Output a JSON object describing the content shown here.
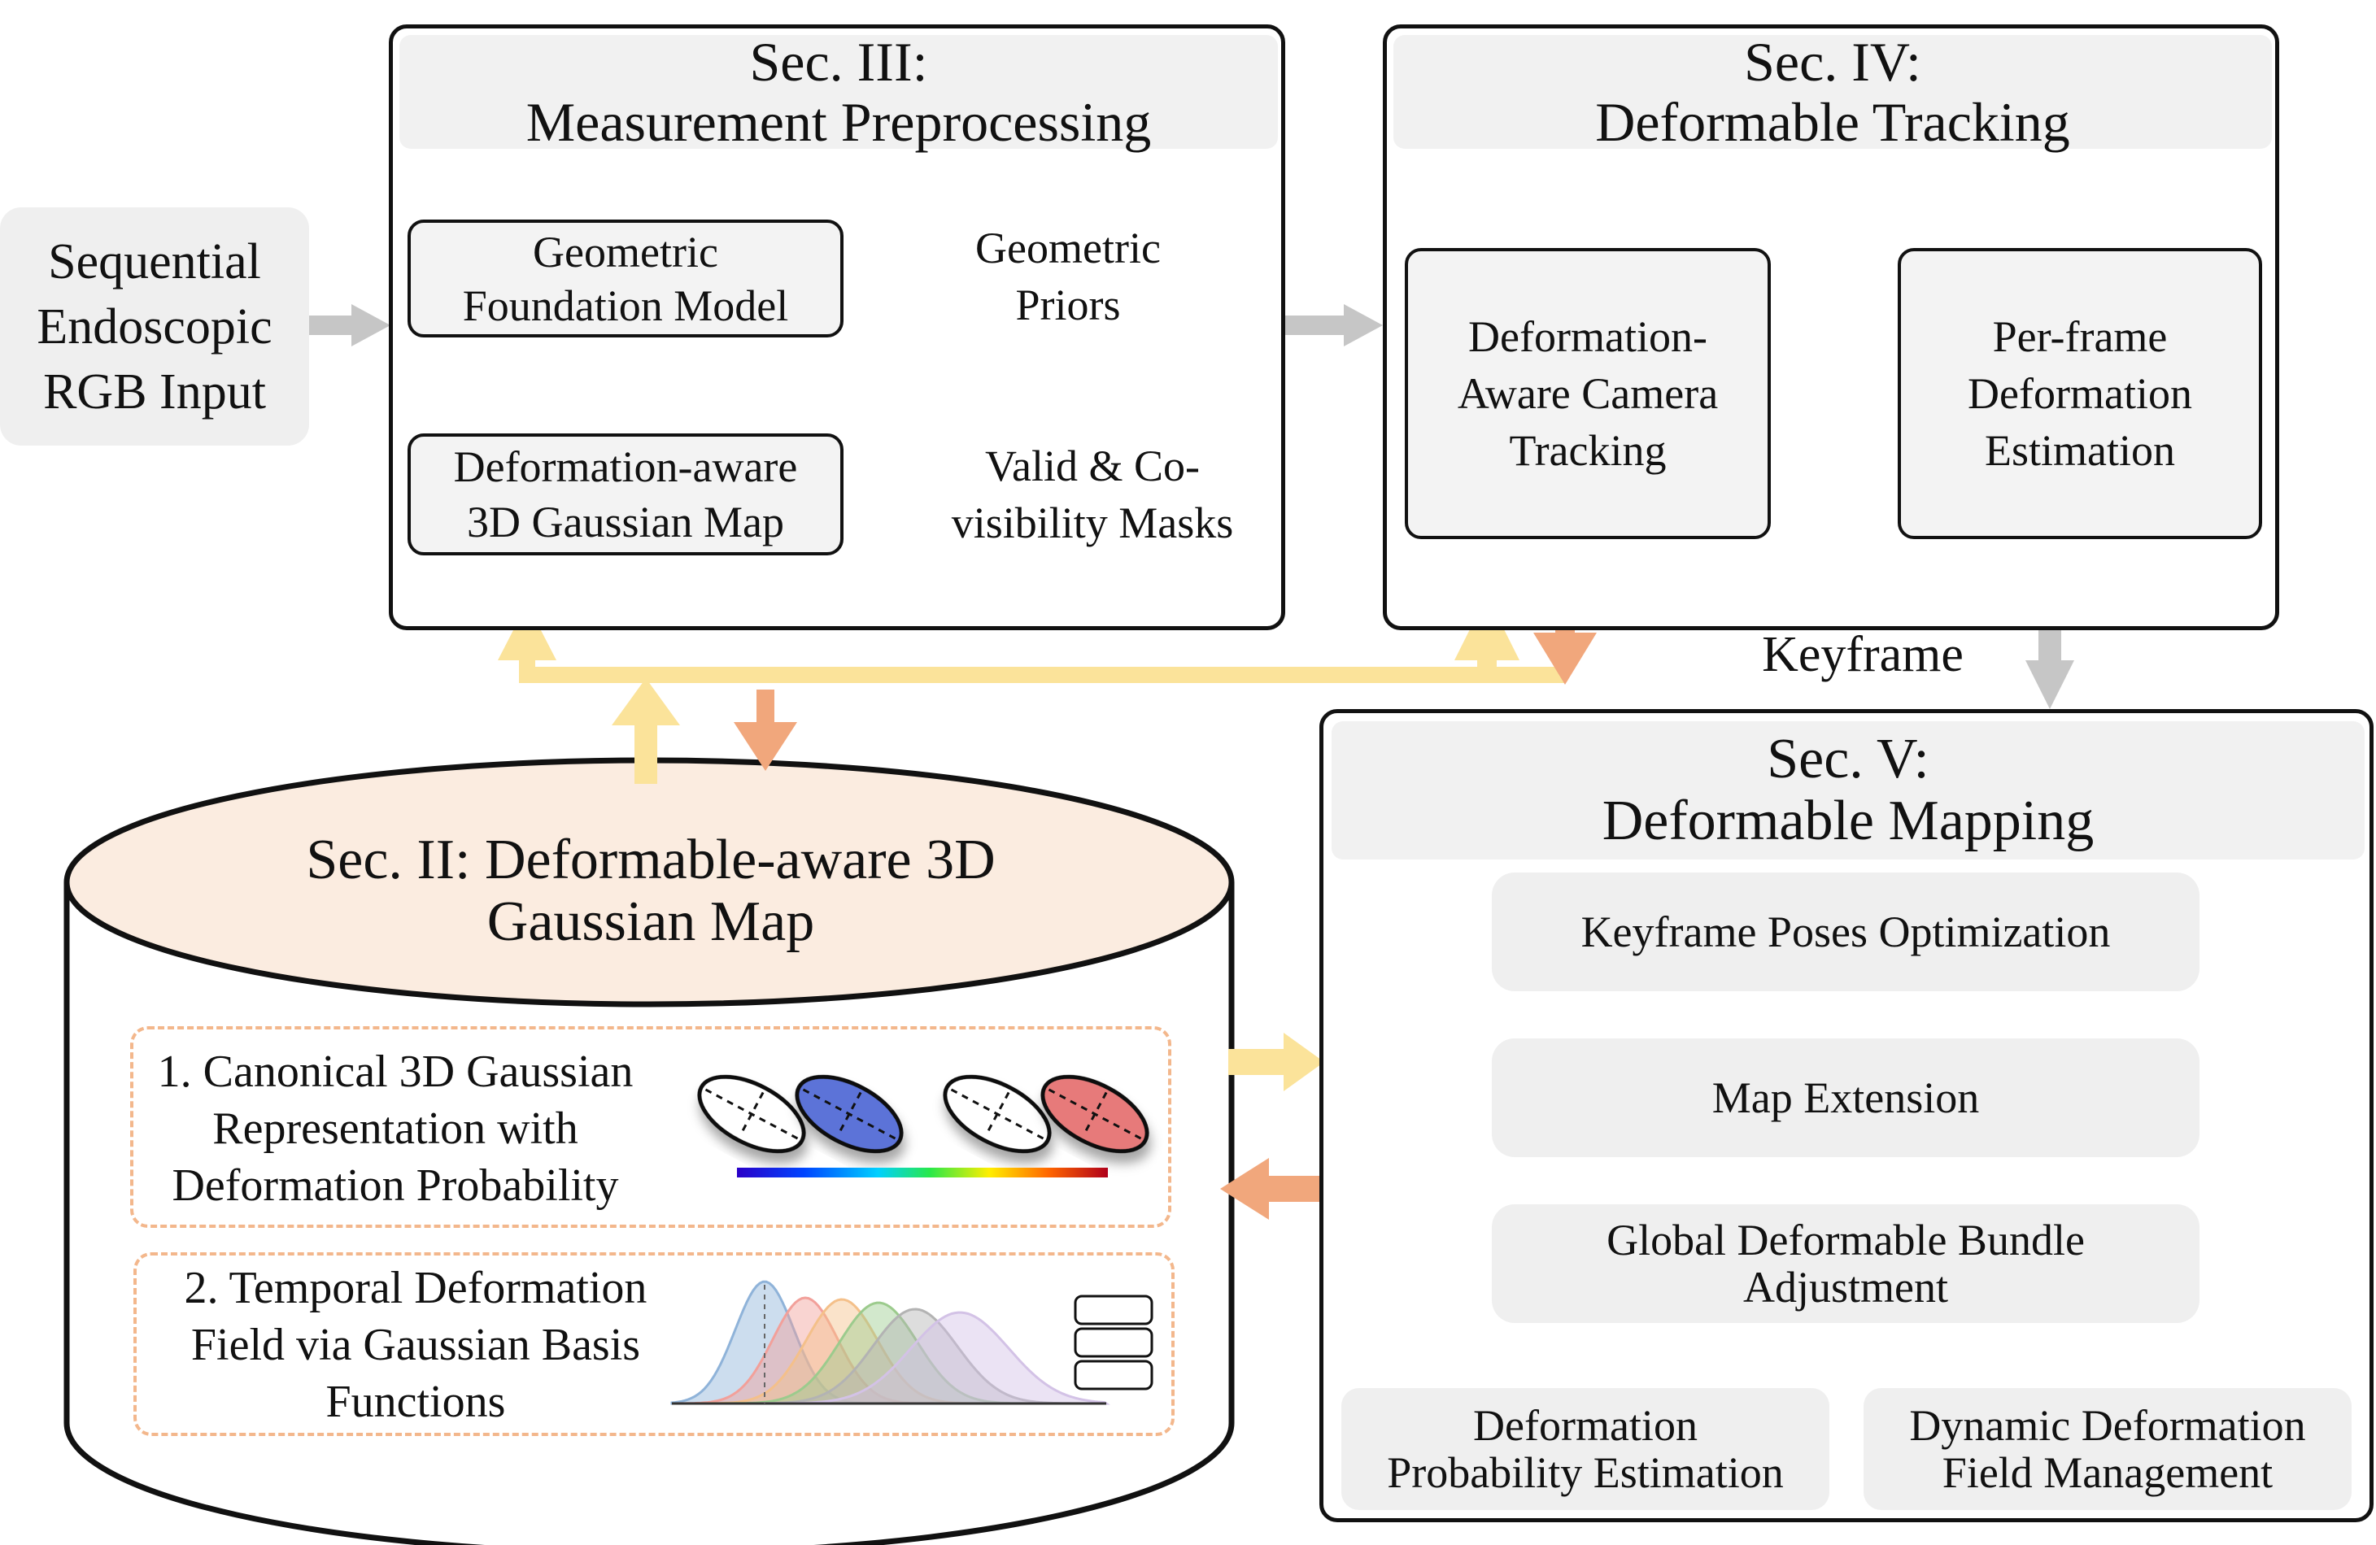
{
  "input": {
    "label": "Sequential\nEndoscopic\nRGB Input"
  },
  "sec3": {
    "title": "Sec. III:\nMeasurement Preprocessing",
    "box1": "Geometric\nFoundation Model",
    "out1": "Geometric\nPriors",
    "box2": "Deformation-aware\n3D Gaussian Map",
    "out2": "Valid & Co-\nvisibility Masks"
  },
  "sec4": {
    "title": "Sec. IV:\nDeformable Tracking",
    "box1": "Deformation-\nAware Camera\nTracking",
    "box2": "Per-frame\nDeformation\nEstimation"
  },
  "keyframe_label": "Keyframe",
  "sec5": {
    "title": "Sec. V:\nDeformable Mapping",
    "step1": "Keyframe Poses Optimization",
    "step2": "Map Extension",
    "step3": "Global Deformable Bundle\nAdjustment",
    "sub1": "Deformation\nProbability Estimation",
    "sub2": "Dynamic Deformation\nField Management"
  },
  "sec2": {
    "title": "Sec. II: Deformable-aware 3D\nGaussian Map",
    "item1": "1. Canonical 3D Gaussian\nRepresentation with\nDeformation Probability",
    "item2": "2. Temporal Deformation\nField via Gaussian Basis\nFunctions"
  },
  "colors": {
    "yellow_arrow": "#fbe39a",
    "orange_arrow": "#f1a77c",
    "gray_arrow": "#c6c6c6",
    "cylinder_top": "#fbece0",
    "dash_border": "#f3b78c"
  },
  "gaussian_basis_colors": [
    "#8fb3d9",
    "#f2a09a",
    "#f4c08a",
    "#9ccb8d",
    "#b3b3b3",
    "#d3c2e6"
  ]
}
